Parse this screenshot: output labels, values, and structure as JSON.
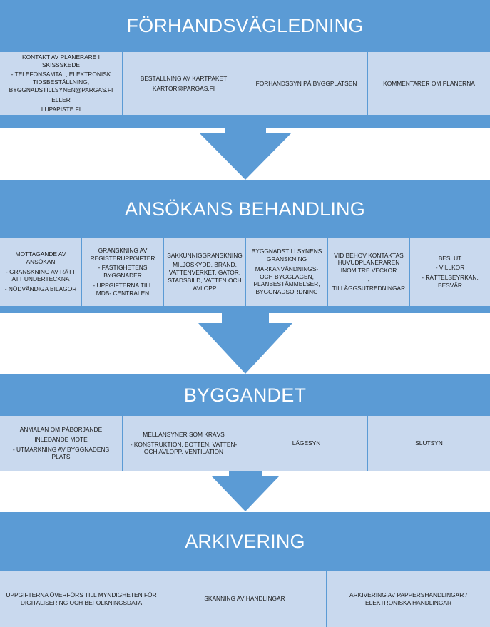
{
  "stages": [
    {
      "title": "FÖRHANDSVÄGLEDNING",
      "cells": [
        [
          "KONTAKT AV PLANERARE I SKISSSKEDE",
          "- TELEFONSAMTAL, ELEKTRONISK TIDSBESTÄLLNING, BYGGNADSTILLSYNEN@PARGAS.FI",
          "ELLER",
          "LUPAPISTE.FI"
        ],
        [
          "BESTÄLLNING AV KARTPAKET",
          "KARTOR@PARGAS.FI"
        ],
        [
          "FÖRHANDSSYN PÅ BYGGPLATSEN"
        ],
        [
          "KOMMENTARER OM PLANERNA"
        ]
      ]
    },
    {
      "title": "ANSÖKANS BEHANDLING",
      "cells": [
        [
          "MOTTAGANDE AV ANSÖKAN",
          "- GRANSKNING AV RÄTT ATT UNDERTECKNA",
          "- NÖDVÄNDIGA BILAGOR"
        ],
        [
          "GRANSKNING AV REGISTERUPPGIFTER",
          "- FASTIGHETENS BYGGNADER",
          "- UPPGIFTERNA TILL MDB- CENTRALEN"
        ],
        [
          "SAKKUNNIGGRANSKNING",
          "MILJÖSKYDD, BRAND, VATTENVERKET, GATOR, STADSBILD, VATTEN OCH AVLOPP"
        ],
        [
          "BYGGNADSTILLSYNENS GRANSKNING",
          "MARKANVÄNDNINGS- OCH BYGGLAGEN, PLANBESTÄMMELSER, BYGGNADSORDNING"
        ],
        [
          "VID BEHOV KONTAKTAS HUVUDPLANERAREN INOM TRE VECKOR",
          "- TILLÄGGSUTREDNINGAR"
        ],
        [
          "BESLUT",
          "- VILLKOR",
          "- RÄTTELSEYRKAN, BESVÄR"
        ]
      ]
    },
    {
      "title": "BYGGANDET",
      "cells": [
        [
          "ANMÄLAN OM PÅBÖRJANDE",
          "INLEDANDE MÖTE",
          "- UTMÄRKNING AV BYGGNADENS PLATS"
        ],
        [
          "MELLANSYNER SOM KRÄVS",
          "- KONSTRUKTION, BOTTEN, VATTEN- OCH AVLOPP, VENTILATION"
        ],
        [
          "LÄGESYN"
        ],
        [
          "SLUTSYN"
        ]
      ]
    },
    {
      "title": "ARKIVERING",
      "cells": [
        [
          "UPPGIFTERNA ÖVERFÖRS TILL MYNDIGHETEN FÖR DIGITALISERING OCH BEFOLKNINGSDATA"
        ],
        [
          "SKANNING AV HANDLINGAR"
        ],
        [
          "ARKIVERING AV PAPPERSHANDLINGAR / ELEKTRONISKA HANDLINGAR"
        ]
      ]
    }
  ],
  "colors": {
    "header": "#5b9bd5",
    "cell": "#c9d9ee",
    "arrow": "#5b9bd5",
    "text": "#1a1a1a"
  }
}
